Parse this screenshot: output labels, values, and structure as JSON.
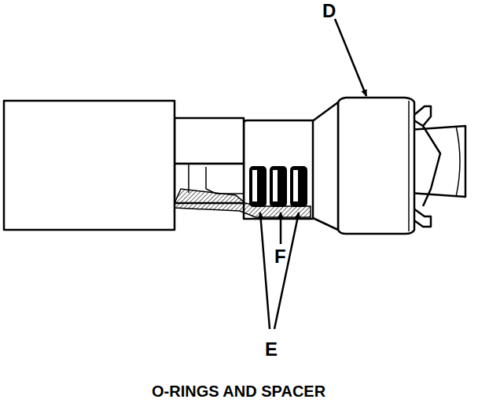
{
  "diagram": {
    "caption": "O-RINGS AND SPACER",
    "labels": [
      "D",
      "E",
      "F"
    ]
  }
}
